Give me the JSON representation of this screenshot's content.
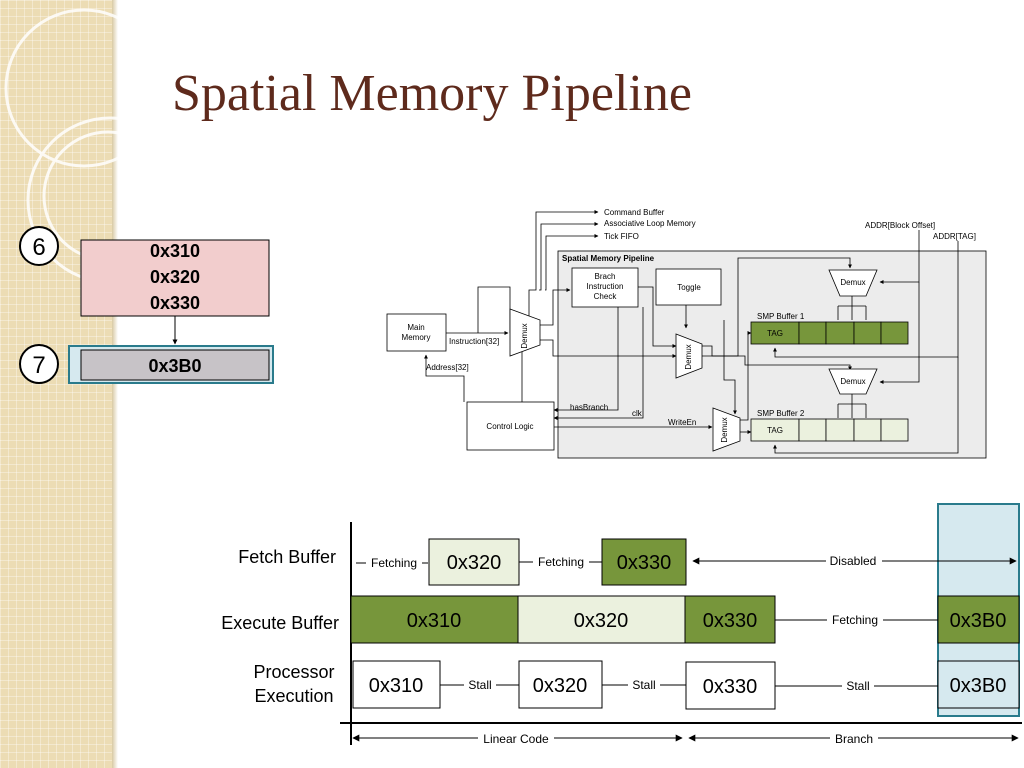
{
  "slide": {
    "title": "Spatial Memory Pipeline"
  },
  "steps": {
    "step6": {
      "number": "6",
      "addresses": [
        "0x310",
        "0x320",
        "0x330"
      ]
    },
    "step7": {
      "number": "7",
      "address": "0x3B0"
    }
  },
  "colors": {
    "title": "#5e2a1c",
    "green_dark": "#77963b",
    "green_light": "#ebf1de",
    "pink": "#f2cdcd",
    "gray": "#c7c3c7",
    "teal": "#2a7b8c",
    "teal_fill": "#d6e9ef"
  },
  "block_diagram": {
    "outputs": [
      "Command Buffer",
      "Associative Loop Memory",
      "Tick FIFO"
    ],
    "addr_block_offset": "ADDR[Block Offset]",
    "addr_tag": "ADDR[TAG]",
    "pipeline_label": "Spatial Memory Pipeline",
    "main_memory": [
      "Main",
      "Memory"
    ],
    "instruction_label": "Instruction[32]",
    "address_label": "Address[32]",
    "demux": "Demux",
    "branch_check": [
      "Brach",
      "Instruction",
      "Check"
    ],
    "toggle": "Toggle",
    "smp_buffer_1": "SMP Buffer 1",
    "smp_buffer_2": "SMP Buffer 2",
    "tag": "TAG",
    "control_logic": "Control Logic",
    "hasbranch": "hasBranch",
    "clk": "clk",
    "writeen": "WriteEn"
  },
  "timing": {
    "rows": {
      "fetch": "Fetch Buffer",
      "execute": "Execute Buffer",
      "processor": [
        "Processor",
        "Execution"
      ]
    },
    "fetch": {
      "fetching_1": "Fetching",
      "block_1": "0x320",
      "fetching_2": "Fetching",
      "block_2": "0x330",
      "disabled": "Disabled"
    },
    "execute": {
      "blocks": [
        "0x310",
        "0x320",
        "0x330"
      ],
      "fetching": "Fetching",
      "final": "0x3B0"
    },
    "processor": {
      "blocks": [
        "0x310",
        "0x320",
        "0x330"
      ],
      "stall": "Stall",
      "final": "0x3B0"
    },
    "phases": {
      "linear": "Linear Code",
      "branch": "Branch"
    }
  }
}
